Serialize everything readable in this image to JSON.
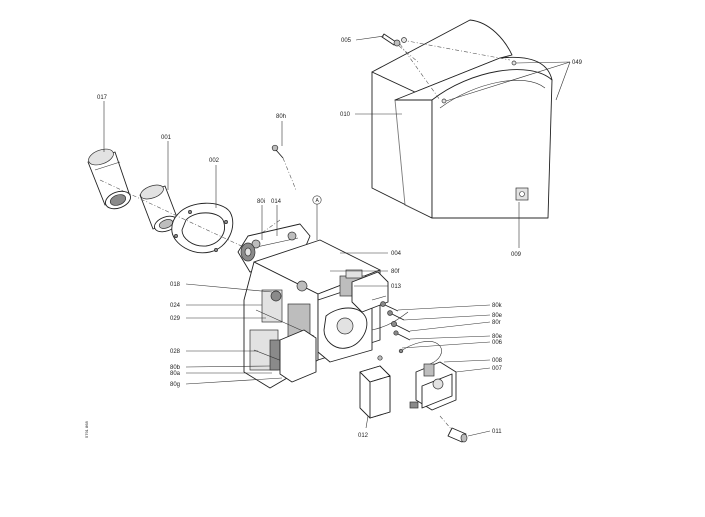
{
  "labels": {
    "p005": "005",
    "p049": "049",
    "p010": "010",
    "p009": "009",
    "p017": "017",
    "p001": "001",
    "p002": "002",
    "p80h": "80h",
    "p80i": "80i",
    "p014": "014",
    "pA": "A",
    "p004": "004",
    "p80f": "80f",
    "p013": "013",
    "p018": "018",
    "p024": "024",
    "p029": "029",
    "p80k": "80k",
    "p80e1": "80e",
    "p80r": "80r",
    "p80e2": "80e",
    "p006": "006",
    "p028": "028",
    "p008": "008",
    "p007": "007",
    "p80b": "80b",
    "p80a": "80a",
    "p80g": "80g",
    "p012": "012",
    "p011": "011"
  },
  "side_code": "5791 868",
  "colors": {
    "line": "#222222",
    "case_pattern": "#8a8a8a",
    "background": "#ffffff"
  }
}
